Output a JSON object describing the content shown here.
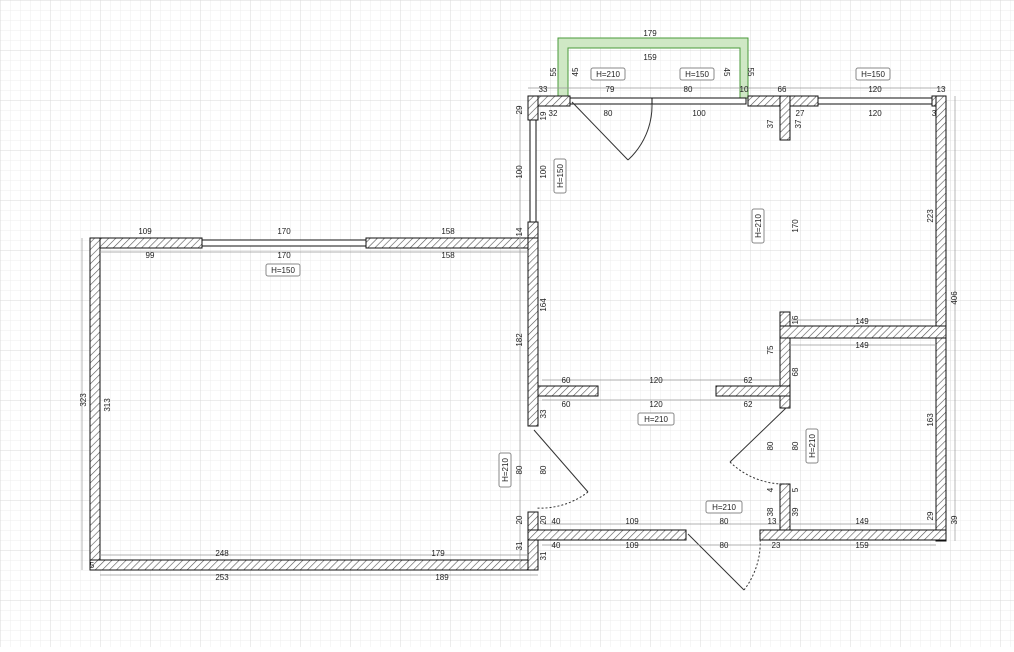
{
  "plan": {
    "labels": {
      "h150_living": "H=150",
      "h210_balcony_door": "H=210",
      "h150_balcony_window": "H=150",
      "h150_bedroom_top": "H=150",
      "h150_room_side": "H=150",
      "h210_room_partition": "H=210",
      "h210_hall": "H=210",
      "h210_living_door": "H=210",
      "h210_entrance": "H=210",
      "h210_bath": "H=210"
    },
    "dims": {
      "d179": "179",
      "d159": "159",
      "d55a": "55",
      "d55b": "55",
      "d45a": "45",
      "d45b": "45",
      "d33a": "33",
      "d79": "79",
      "d80a": "80",
      "d10": "10",
      "d66": "66",
      "d120a": "120",
      "d13a": "13",
      "d29a": "29",
      "d19": "19",
      "d32": "32",
      "d80b": "80",
      "d100a": "100",
      "d37a": "37",
      "d27": "27",
      "d120b": "120",
      "d3": "3",
      "d100b": "100",
      "d100c": "100",
      "d170a": "170",
      "d223": "223",
      "d406": "406",
      "d14": "14",
      "d109a": "109",
      "d170b": "170",
      "d158a": "158",
      "d99": "99",
      "d170c": "170",
      "d158b": "158",
      "d164": "164",
      "d182": "182",
      "d16": "16",
      "d149a": "149",
      "d149b": "149",
      "d75": "75",
      "d68": "68",
      "d60a": "60",
      "d120c": "120",
      "d62a": "62",
      "d60b": "60",
      "d120d": "120",
      "d62b": "62",
      "d323": "323",
      "d313": "313",
      "d33b": "33",
      "d80c": "80",
      "d80d": "80",
      "d163": "163",
      "d20a": "20",
      "d20b": "20",
      "d40a": "40",
      "d109b": "109",
      "d80e": "80",
      "d38": "38",
      "d39a": "39",
      "d29b": "29",
      "d149c": "149",
      "d39b": "39",
      "d31a": "31",
      "d31b": "31",
      "d40b": "40",
      "d109c": "109",
      "d80f": "80",
      "d23": "23",
      "d159b": "159",
      "d13b": "13",
      "d248": "248",
      "d179b": "179",
      "d253": "253",
      "d189": "189",
      "d5": "5",
      "d4": "4",
      "d5b": "5"
    }
  }
}
